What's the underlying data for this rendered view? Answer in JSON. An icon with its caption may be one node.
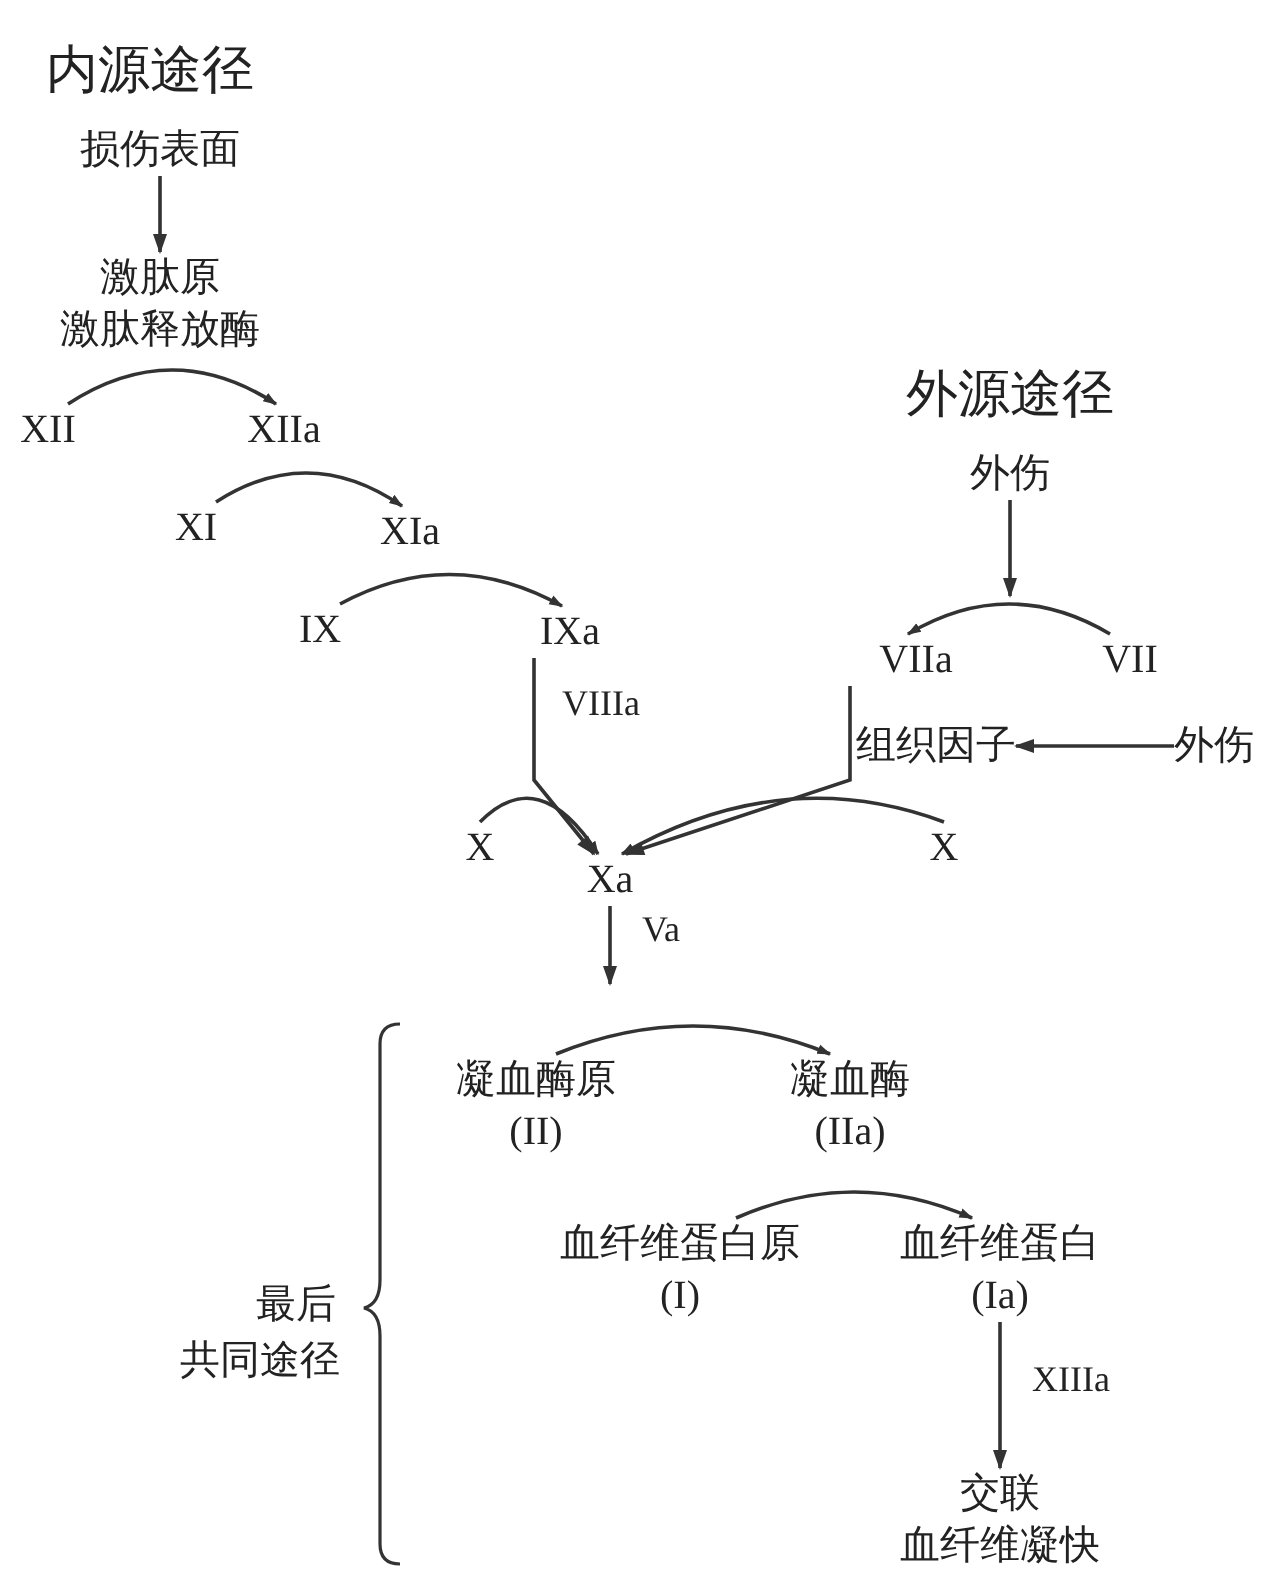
{
  "diagram": {
    "nodes": [
      {
        "text": [
          "损伤表面"
        ]
      },
      {
        "text": [
          "激肽原",
          "激肽释放酶"
        ]
      },
      {
        "text": [
          "XII"
        ]
      },
      {
        "text": [
          "XIIa"
        ]
      },
      {
        "text": [
          "XI"
        ]
      },
      {
        "text": [
          "XIa"
        ]
      },
      {
        "text": [
          "IX"
        ]
      },
      {
        "text": [
          "IXa"
        ]
      },
      {
        "text": [
          "外伤"
        ]
      },
      {
        "text": [
          "VIIa"
        ]
      },
      {
        "text": [
          "VII"
        ]
      },
      {
        "text": [
          "组织因子"
        ]
      },
      {
        "text": [
          "外伤"
        ]
      },
      {
        "text": [
          "X"
        ]
      },
      {
        "text": [
          "Xa"
        ]
      },
      {
        "text": [
          "X"
        ]
      },
      {
        "text": [
          "凝血酶原",
          "(II)"
        ]
      },
      {
        "text": [
          "凝血酶",
          "(IIa)"
        ]
      },
      {
        "text": [
          "血纤维蛋白原",
          "(I)"
        ]
      },
      {
        "text": [
          "血纤维蛋白",
          "(Ia)"
        ]
      },
      {
        "text": [
          "交联",
          "血纤维凝快"
        ]
      }
    ],
    "edges": [
      {
        "from": 0,
        "to": 1,
        "arrow": "to"
      },
      {
        "from": 2,
        "to": 3,
        "arrow": "to"
      },
      {
        "from": 4,
        "to": 5,
        "arrow": "to"
      },
      {
        "from": 6,
        "to": 7,
        "arrow": "to"
      },
      {
        "from": 7,
        "to": 14,
        "arrow": "to",
        "label": "VIIIa"
      },
      {
        "from": 8,
        "to": null,
        "arrow": "to"
      },
      {
        "from": 10,
        "to": 9,
        "arrow": "to"
      },
      {
        "from": 9,
        "to": 14,
        "arrow": "to"
      },
      {
        "from": 12,
        "to": 11,
        "arrow": "to"
      },
      {
        "from": 13,
        "to": 14,
        "arrow": "to"
      },
      {
        "from": 15,
        "to": 14,
        "arrow": "to"
      },
      {
        "from": 14,
        "to": null,
        "arrow": "to",
        "label": "Va"
      },
      {
        "from": 16,
        "to": 17,
        "arrow": "to"
      },
      {
        "from": 18,
        "to": 19,
        "arrow": "to"
      },
      {
        "from": 19,
        "to": 20,
        "arrow": "to",
        "label": "XIIIa"
      }
    ],
    "labels": [
      "内源途径",
      "外源途径",
      "最后",
      "共同途径"
    ]
  }
}
